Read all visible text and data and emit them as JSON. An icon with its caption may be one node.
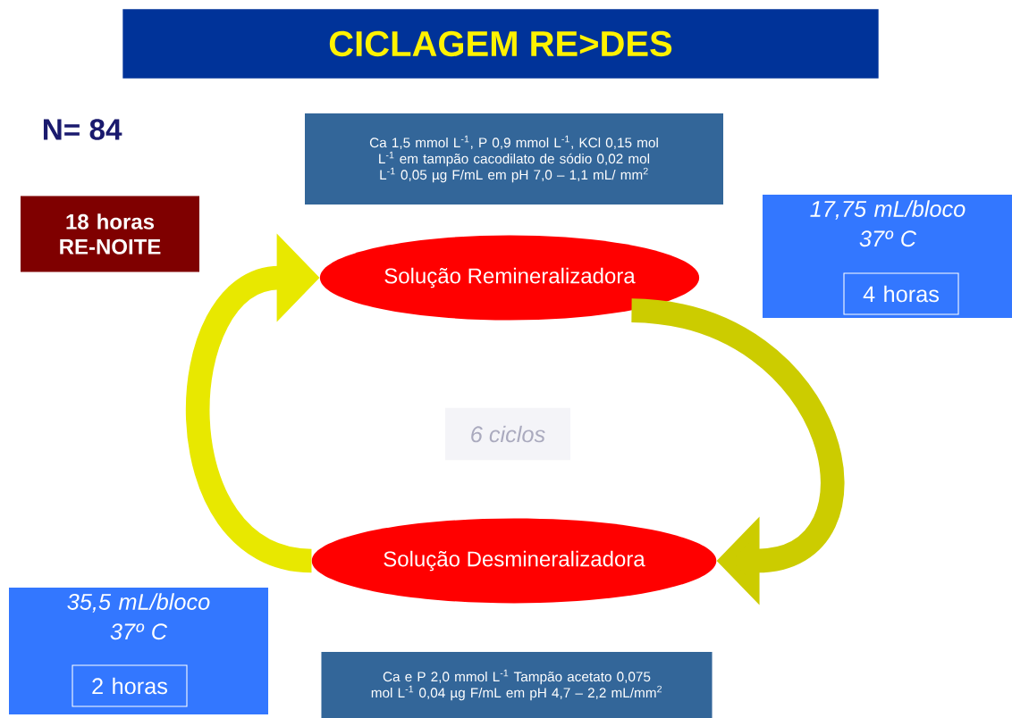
{
  "diagram": {
    "title": "CICLAGEM RE>DES",
    "nodes": [
      {
        "text": [
          "Ca 1,5 mmol L$^{-1}$, P 0,9 mmol L$^{-1}$, KCl 0,15 mol L$^{-1}$ em tampão cacodilato de sódio 0,02 mol L$^{-1}$ 0,05 µg F/mL em pH 7,0 – 1,1 mL/ mm$^{2}$"
        ]
      },
      {
        "text": [
          "18 horas RE-NOITE"
        ]
      },
      {
        "text": [
          "17,75 mL/bloco 37º C"
        ]
      },
      {
        "text": [
          "4 horas"
        ],
        "in": 2
      },
      {
        "text": [
          "Solução Remineralizadora"
        ]
      },
      {
        "text": [
          "Solução Desmineralizadora"
        ]
      },
      {
        "text": [
          "35,5 mL/bloco 37º C"
        ]
      },
      {
        "text": [
          "2 horas"
        ],
        "in": 6
      },
      {
        "text": [
          "Ca e P 2,0 mmol L$^{-1}$ Tampão acetato 0,075 mol L$^{-1}$ 0,04 µg F/mL em pH 4,7 – 2,2 mL/mm$^{2}$"
        ]
      }
    ],
    "edges": [
      {
        "from": 4,
        "to": 5,
        "arrow": "to",
        "color": "#cccc00"
      },
      {
        "from": 5,
        "to": 4,
        "arrow": "to",
        "color": "#e8e800"
      }
    ],
    "labels": [
      "N= 84",
      "6 ciclos"
    ]
  }
}
